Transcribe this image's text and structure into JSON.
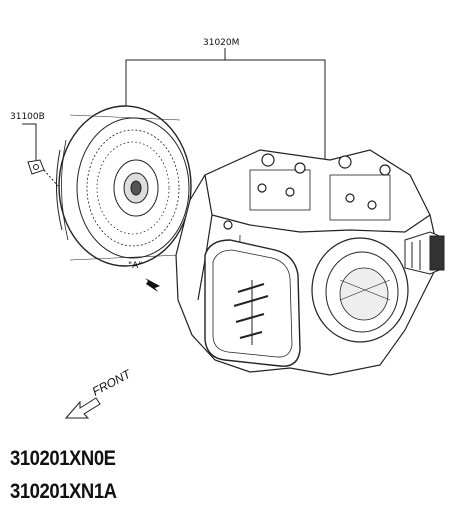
{
  "diagram": {
    "callouts": {
      "assembly": "31020M",
      "converter": "31100B",
      "view_marker": "\"A\""
    },
    "direction_label": "FRONT"
  },
  "part_numbers": [
    "310201XN0E",
    "310201XN1A"
  ]
}
